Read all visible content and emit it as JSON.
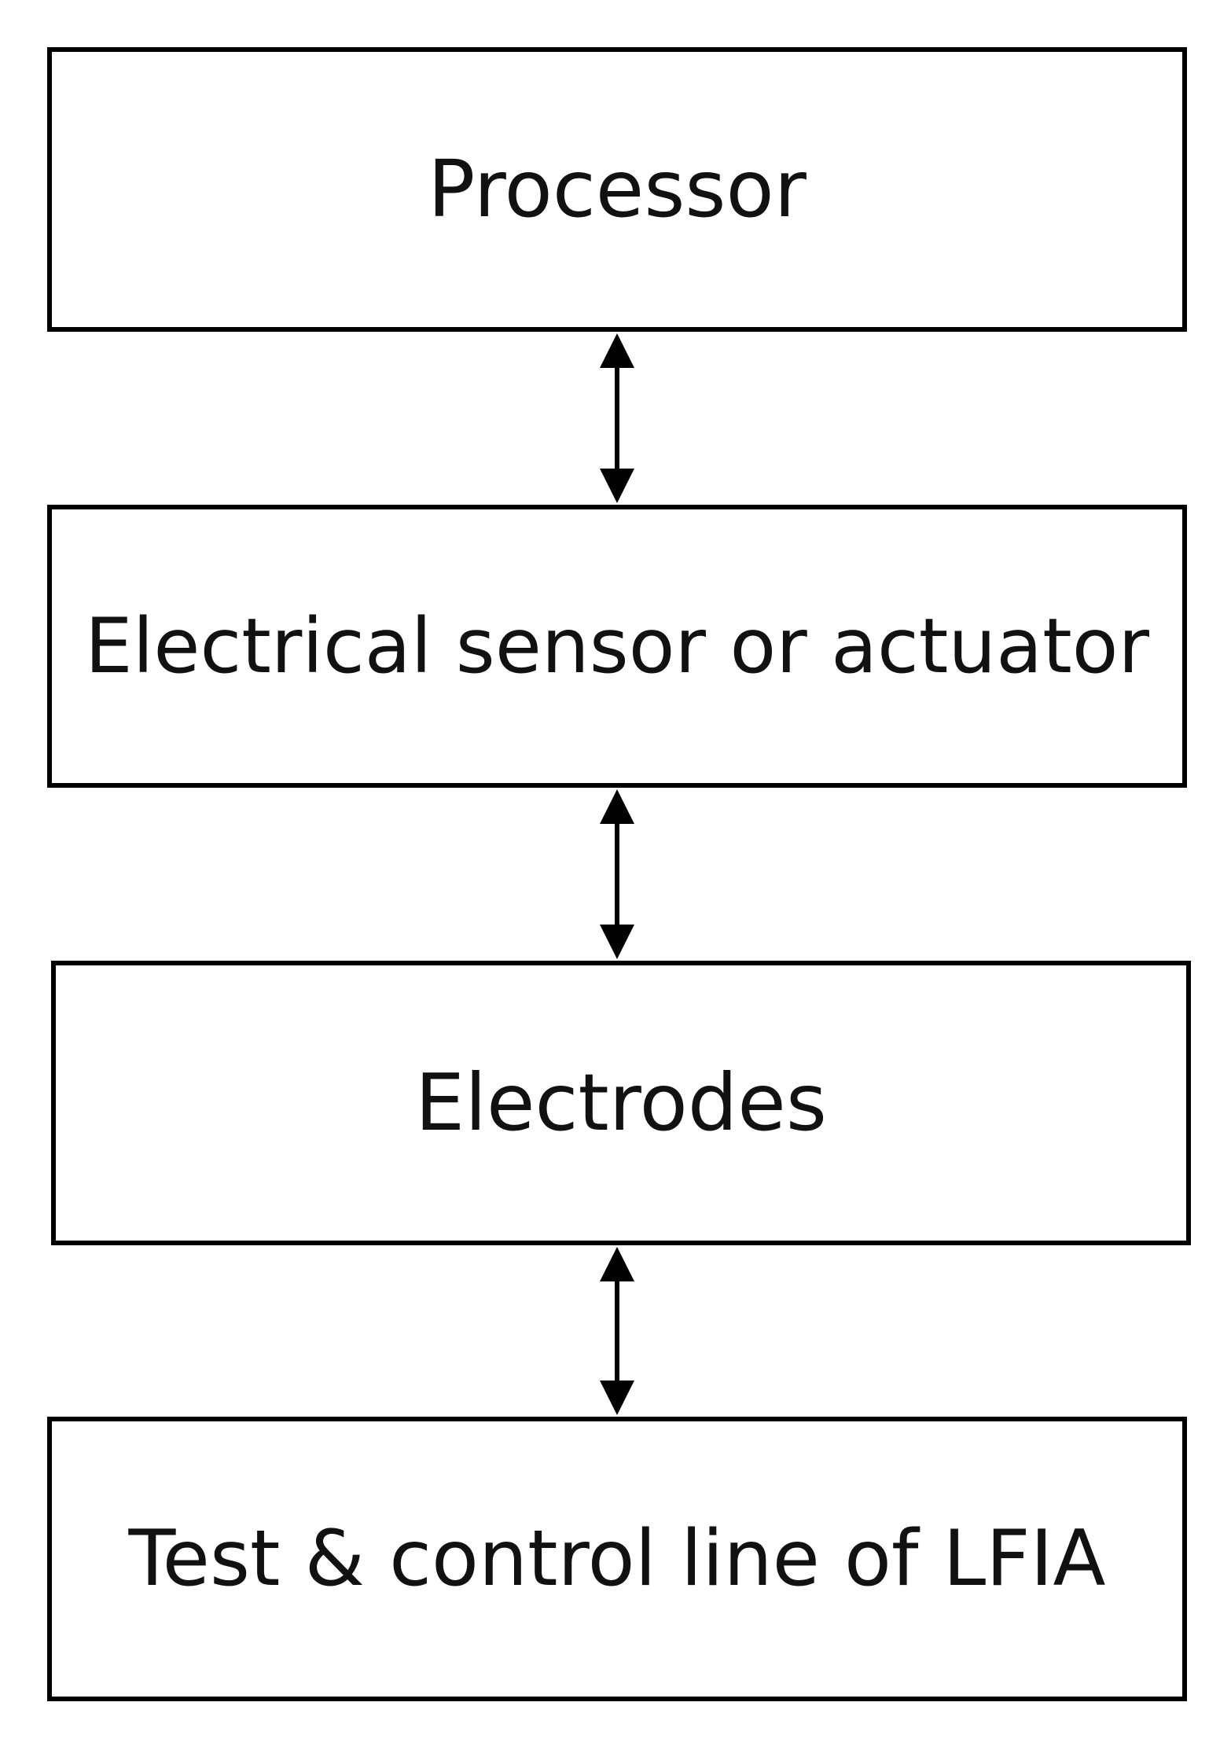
{
  "blocks": [
    {
      "label": "Processor"
    },
    {
      "label": "Electrical sensor or actuator"
    },
    {
      "label": "Electrodes"
    },
    {
      "label": "Test & control line of LFIA"
    }
  ],
  "connections": [
    {
      "from": "Processor",
      "to": "Electrical sensor or actuator",
      "type": "bidirectional"
    },
    {
      "from": "Electrical sensor or actuator",
      "to": "Electrodes",
      "type": "bidirectional"
    },
    {
      "from": "Electrodes",
      "to": "Test & control line of LFIA",
      "type": "bidirectional"
    }
  ],
  "colors": {
    "stroke": "#000000",
    "text": "#111111",
    "background": "#ffffff"
  }
}
